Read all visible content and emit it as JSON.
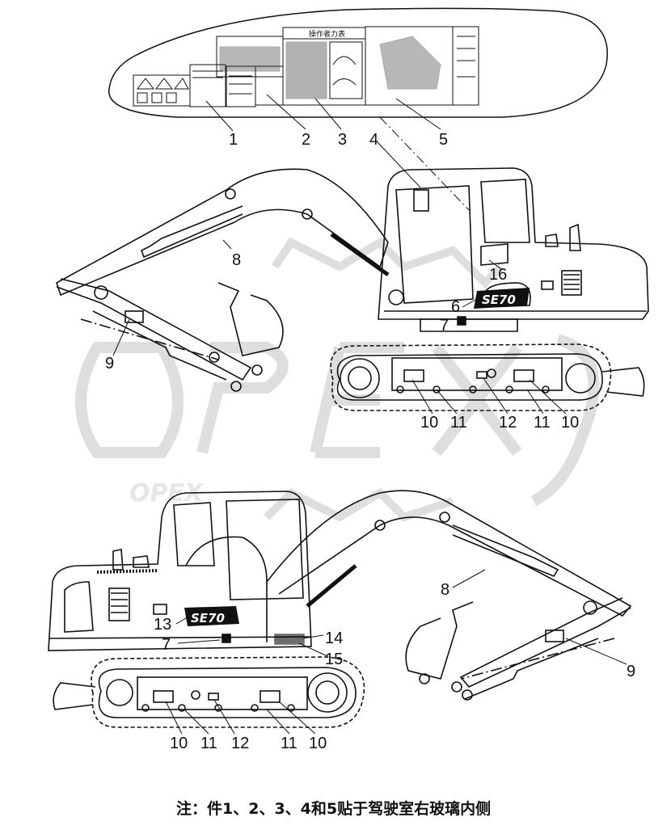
{
  "watermark": {
    "text": "OPEX",
    "color": "#e2e2e2"
  },
  "decal_title": "操作者力表",
  "model_badge": "SE70",
  "top_view_callouts": {
    "c1": "1",
    "c2": "2",
    "c3": "3",
    "c4": "4",
    "c5": "5",
    "c6": "6",
    "c7": "7",
    "c8": "8",
    "c9": "9",
    "c10a": "10",
    "c11a": "11",
    "c12": "12",
    "c11b": "11",
    "c10b": "10",
    "c16": "16"
  },
  "bottom_view_callouts": {
    "c7": "7",
    "c8": "8",
    "c9": "9",
    "c10a": "10",
    "c11a": "11",
    "c12": "12",
    "c11b": "11",
    "c10b": "10",
    "c13": "13",
    "c14": "14",
    "c15": "15"
  },
  "note": "注：件1、2、3、4和5贴于驾驶室右玻璃内侧",
  "colors": {
    "line": "#111111",
    "watermark": "#e2e2e2"
  }
}
